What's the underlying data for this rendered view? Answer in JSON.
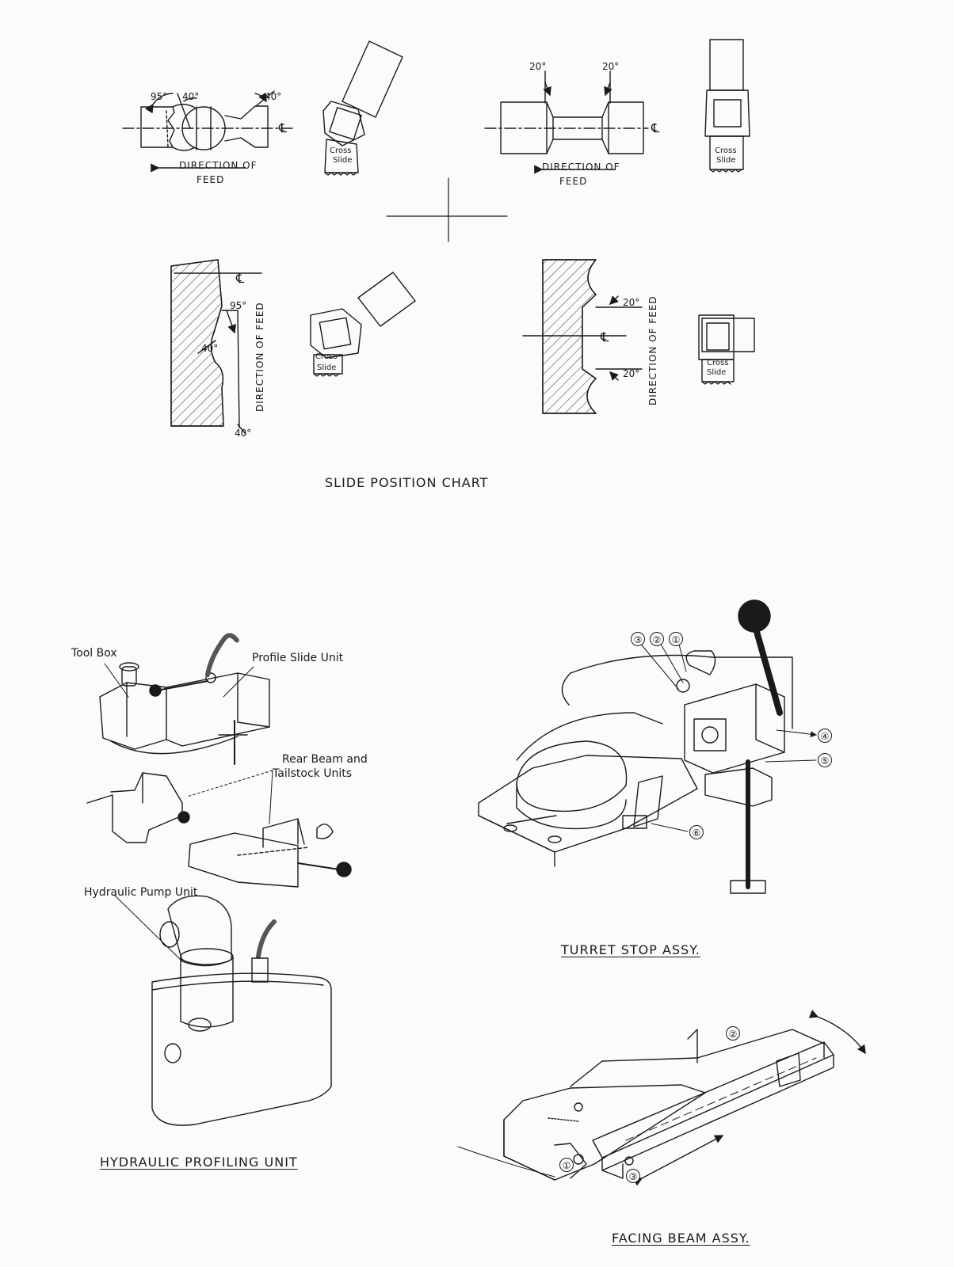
{
  "slide_chart": {
    "title": "SLIDE POSITION CHART",
    "angles": {
      "a95": "95°",
      "a40": "40°",
      "a20": "20°"
    },
    "direction_of_feed": "DIRECTION OF",
    "feed": "FEED",
    "direction_of_feed_vertical": "DIRECTION OF FEED",
    "cross": "Cross",
    "slide": "Slide",
    "centerline_symbol": "℄"
  },
  "hydraulic": {
    "title": "HYDRAULIC PROFILING UNIT",
    "labels": {
      "tool_box": "Tool Box",
      "profile_slide_unit": "Profile Slide Unit",
      "rear_beam_1": "Rear Beam and",
      "rear_beam_2": "Tailstock Units",
      "hydraulic_pump_unit": "Hydraulic Pump Unit"
    }
  },
  "turret": {
    "title": "TURRET STOP ASSY.",
    "callouts": [
      "①",
      "②",
      "③",
      "④",
      "⑤",
      "⑥"
    ]
  },
  "facing": {
    "title": "FACING BEAM ASSY.",
    "callouts": [
      "①",
      "②",
      "③"
    ]
  },
  "colors": {
    "ink": "#1a1a1a",
    "paper": "#fbfbfa",
    "hatch": "#333333"
  }
}
